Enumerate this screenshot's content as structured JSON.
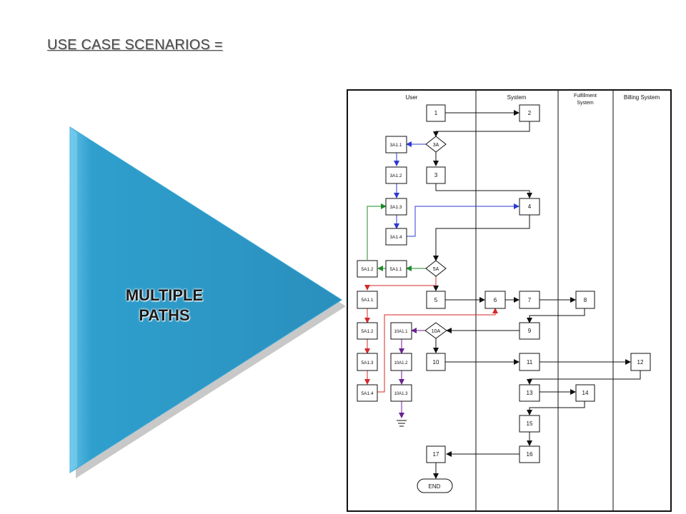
{
  "slide": {
    "title": "USE CASE SCENARIOS =",
    "shape_label_line1": "MULTIPLE",
    "shape_label_line2": "PATHS"
  },
  "diagram": {
    "lanes": [
      {
        "label": "User"
      },
      {
        "label": "System"
      },
      {
        "label": "Fulfillment",
        "label2": "System"
      },
      {
        "label": "Billing System"
      }
    ],
    "nodes": {
      "n1": "1",
      "n2": "2",
      "d3a": "3A",
      "n3a11": "3A1.1",
      "n3": "3",
      "n3a12": "3A1.2",
      "n4": "4",
      "n3a13": "3A1.3",
      "n3a14": "3A1.4",
      "n5a12": "5A1.2",
      "n5a11": "5A1.1",
      "d5a": "5A",
      "n5a11b": "5A1.1",
      "n5": "5",
      "n6": "6",
      "n7": "7",
      "n8": "8",
      "n5a12b": "5A1.2",
      "n10a11": "10A1.1",
      "d10a": "10A",
      "n9": "9",
      "n5a13": "5A1.3",
      "n10a12": "10A1.2",
      "n10": "10",
      "n11": "11",
      "n12": "12",
      "n5a14": "5A1.4",
      "n10a13": "10A1.3",
      "n13": "13",
      "n14": "14",
      "n15": "15",
      "n17": "17",
      "n16": "16",
      "end": "END"
    },
    "colors": {
      "shape": "#2e9cc8",
      "blue_path": "#2b3bd1",
      "green_path": "#1f8a2a",
      "red_path": "#d42a2a",
      "purple_path": "#6a2390",
      "main_path": "#111111"
    }
  }
}
